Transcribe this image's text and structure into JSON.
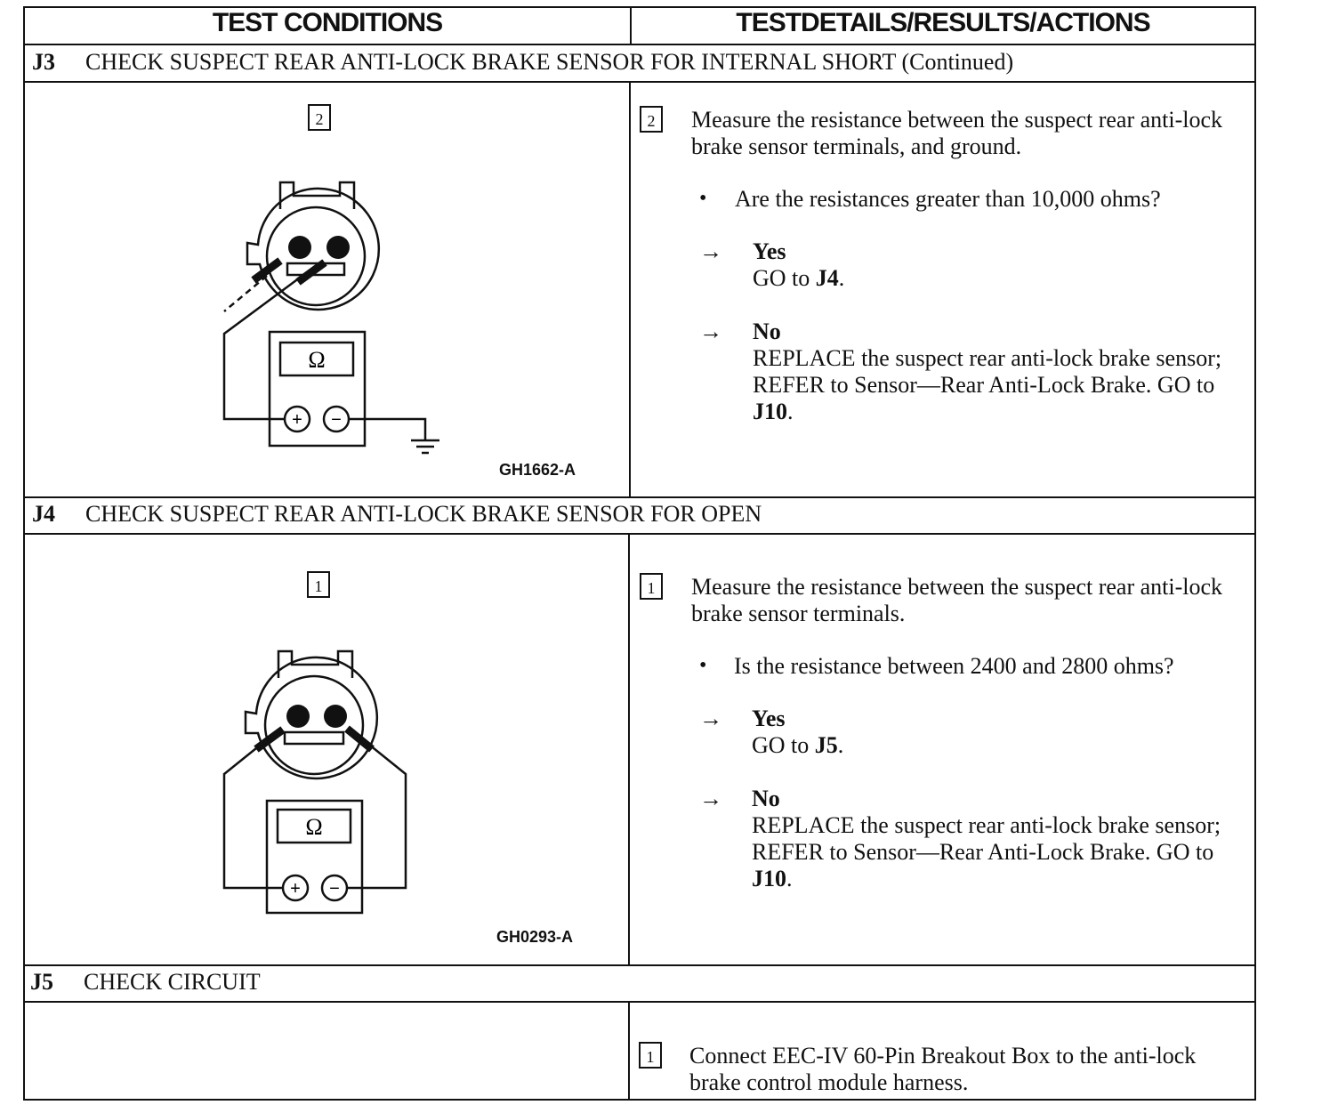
{
  "header": {
    "left": "TEST CONDITIONS",
    "right": "TESTDETAILS/RESULTS/ACTIONS"
  },
  "sections": [
    {
      "id": "J3",
      "title": "CHECK SUSPECT REAR ANTI-LOCK BRAKE SENSOR FOR INTERNAL SHORT (Continued)",
      "step": "2",
      "figure_step": "2",
      "figure_code": "GH1662-A",
      "figure_display": "Ω",
      "figure_plus": "+",
      "figure_minus": "−",
      "instruction": "Measure the resistance between the suspect rear anti-lock brake sensor terminals, and ground.",
      "question": "Are the resistances greater than 10,000 ohms?",
      "yes_label": "Yes",
      "yes_action_prefix": "GO to ",
      "yes_action_ref": "J4",
      "no_label": "No",
      "no_action": "REPLACE the suspect rear anti-lock brake sensor; REFER to Sensor—Rear Anti-Lock Brake. GO to ",
      "no_action_ref": "J10"
    },
    {
      "id": "J4",
      "title": "CHECK SUSPECT REAR ANTI-LOCK BRAKE SENSOR FOR OPEN",
      "step": "1",
      "figure_step": "1",
      "figure_code": "GH0293-A",
      "figure_display": "Ω",
      "figure_plus": "+",
      "figure_minus": "−",
      "instruction": "Measure the resistance between the suspect rear anti-lock brake sensor terminals.",
      "question": "Is the resistance between 2400 and 2800 ohms?",
      "yes_label": "Yes",
      "yes_action_prefix": "GO to ",
      "yes_action_ref": "J5",
      "no_label": "No",
      "no_action": "REPLACE the suspect rear anti-lock brake sensor; REFER to Sensor—Rear Anti-Lock Brake. GO to ",
      "no_action_ref": "J10"
    },
    {
      "id": "J5",
      "title": "CHECK CIRCUIT",
      "step": "1",
      "instruction": "Connect EEC-IV 60-Pin Breakout Box to the anti-lock brake control module harness."
    }
  ],
  "symbols": {
    "bullet": "•",
    "arrow": "→",
    "period": "."
  }
}
